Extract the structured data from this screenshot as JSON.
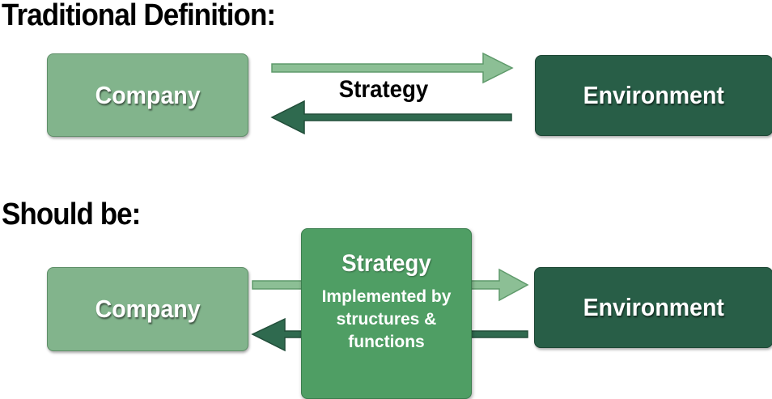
{
  "section1": {
    "heading": "Traditional Definition:",
    "company_label": "Company",
    "environment_label": "Environment",
    "strategy_label": "Strategy"
  },
  "section2": {
    "heading": "Should be:",
    "company_label": "Company",
    "environment_label": "Environment",
    "strategy_title": "Strategy",
    "strategy_sub_lines": [
      "Implemented by",
      "structures &",
      "functions"
    ]
  },
  "colors": {
    "company": "#82b48c",
    "environment": "#285e47",
    "strategy_box": "#4f9e64",
    "arrow_light": "#8cbf95",
    "arrow_dark": "#2f6a4f"
  }
}
